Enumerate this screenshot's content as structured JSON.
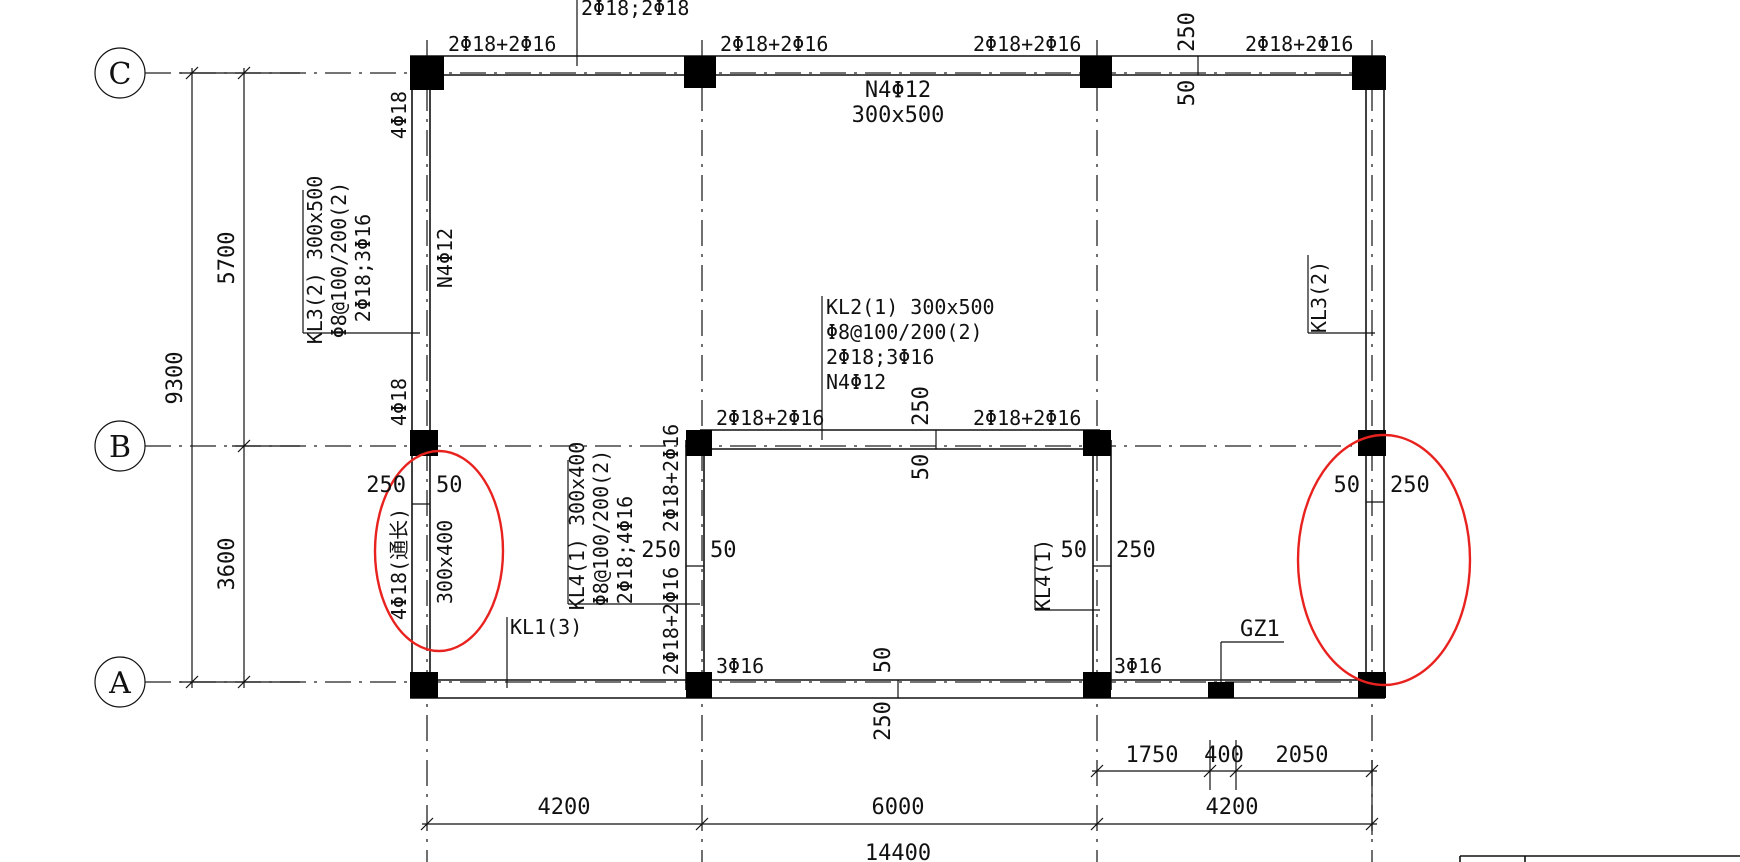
{
  "axes": {
    "C": "C",
    "B": "B",
    "A": "A"
  },
  "dimensions": {
    "total_vertical": "9300",
    "ab": "3600",
    "bc": "5700",
    "span1": "4200",
    "span2": "6000",
    "span3": "4200",
    "total_horizontal": "14400",
    "sub1": "1750",
    "sub2": "400",
    "sub3": "2050"
  },
  "labels": {
    "top_cut": "2Φ18;2Φ18",
    "topC_1": "2Φ18+2Φ16",
    "topC_2": "2Φ18+2Φ16",
    "topC_3": "2Φ18+2Φ16",
    "topC_4": "2Φ18+2Φ16",
    "c_250": "250",
    "c_50": "50",
    "n4_c": "N4Φ12",
    "size_c": "300x500",
    "left_4_18_top": "4Φ18",
    "left_4_18_mid": "4Φ18",
    "kl3_line1": "KL3(2) 300x500",
    "kl3_line2": "Φ8@100/200(2)",
    "kl3_line3": "2Φ18;3Φ16",
    "left_n4": "N4Φ12",
    "kl2_line1": "KL2(1) 300x500",
    "kl2_line2": "Φ8@100/200(2)",
    "kl2_line3": "2Φ18;3Φ16",
    "kl2_line4": "N4Φ12",
    "kl3_right": "KL3(2)",
    "b_top_1": "2Φ18+2Φ16",
    "b_top_2": "2Φ18+2Φ16",
    "b_250": "250",
    "b_50": "50",
    "left_250": "250",
    "left_50": "50",
    "left_through": "4Φ18(通长)",
    "left_size": "300x400",
    "kl1": "KL1(3)",
    "kl4_line1": "KL4(1) 300x400",
    "kl4_line2": "Φ8@100/200(2)",
    "kl4_line3": "2Φ18;4Φ16",
    "kl4_top": "2Φ18+2Φ16",
    "kl4_bottom": "2Φ18+2Φ16",
    "kl4_250": "250",
    "kl4_50": "50",
    "kl4r": "KL4(1)",
    "kl4r_50": "50",
    "kl4r_250": "250",
    "gz1": "GZ1",
    "a_3_16_1": "3Φ16",
    "a_3_16_2": "3Φ16",
    "a_50": "50",
    "a_250": "250",
    "right_50": "50",
    "right_250": "250"
  },
  "colors": {
    "line": "#111111",
    "column": "#000000",
    "highlight": "#e8221e"
  }
}
